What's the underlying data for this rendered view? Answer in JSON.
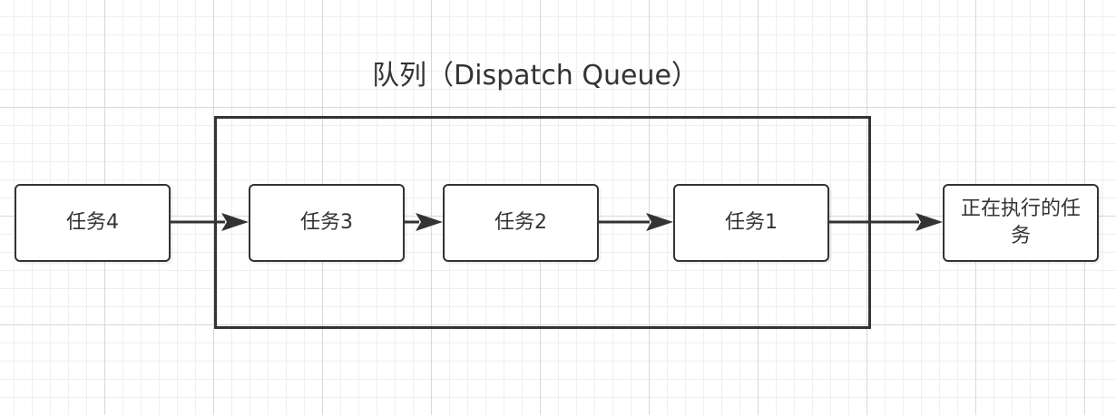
{
  "title": "队列（Dispatch Queue）",
  "tasks": {
    "task4": "任务4",
    "task3": "任务3",
    "task2": "任务2",
    "task1": "任务1",
    "running": "正在执行的任务"
  },
  "colors": {
    "stroke": "#333333",
    "grid": "#d8d8d8",
    "background": "#ffffff"
  }
}
